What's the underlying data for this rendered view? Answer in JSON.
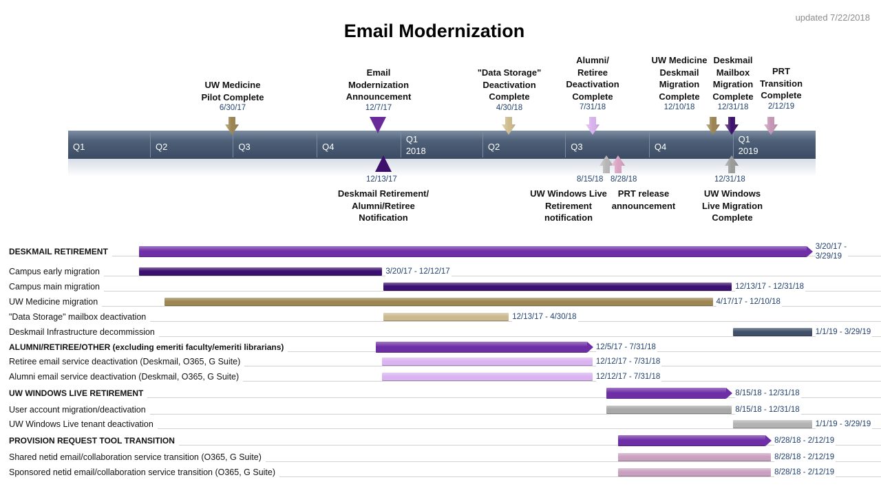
{
  "updated": "updated 7/22/2018",
  "title": "Email Modernization",
  "quarters": [
    {
      "label": "Q1",
      "year": ""
    },
    {
      "label": "Q2",
      "year": ""
    },
    {
      "label": "Q3",
      "year": ""
    },
    {
      "label": "Q4",
      "year": ""
    },
    {
      "label": "Q1",
      "year": "2018"
    },
    {
      "label": "Q2",
      "year": ""
    },
    {
      "label": "Q3",
      "year": ""
    },
    {
      "label": "Q4",
      "year": ""
    },
    {
      "label": "Q1",
      "year": "2019"
    }
  ],
  "milestones_above": [
    {
      "label": "UW Medicine\nPilot Complete",
      "date": "6/30/17",
      "color": "#9b8451"
    },
    {
      "label": "Email\nModernization\nAnnouncement",
      "date": "12/7/17",
      "color": "#6a2a9a"
    },
    {
      "label": "\"Data Storage\"\nDeactivation\nComplete",
      "date": "4/30/18",
      "color": "#cdbb8e"
    },
    {
      "label": "Alumni/\nRetiree\nDeactivation\nComplete",
      "date": "7/31/18",
      "color": "#d7b1ec"
    },
    {
      "label": "UW Medicine\nDeskmail\nMigration\nComplete",
      "date": "12/10/18",
      "color": "#9b8451"
    },
    {
      "label": "Deskmail\nMailbox\nMigration\nComplete",
      "date": "12/31/18",
      "color": "#3b0f6a"
    },
    {
      "label": "PRT\nTransition\nComplete",
      "date": "2/12/19",
      "color": "#c596b4"
    }
  ],
  "milestones_below": [
    {
      "label": "Deskmail Retirement/\nAlumni/Retiree\nNotification",
      "date": "12/13/17",
      "color": "#3b0f6a"
    },
    {
      "label": "UW Windows Live\nRetirement\nnotification",
      "date": "8/15/18",
      "color": "#b5b5b5"
    },
    {
      "label": "PRT release\nannouncement",
      "date": "8/28/18",
      "color": "#d9a2c2"
    },
    {
      "label": "UW Windows\nLive Migration\nComplete",
      "date": "12/31/18",
      "color": "#9a9a9a"
    }
  ],
  "tasks": [
    {
      "name": "DESKMAIL RETIREMENT",
      "section": true,
      "dates": "3/20/17 -\n3/29/19",
      "color": "#6e2fa6",
      "arrow": true
    },
    {
      "name": "Campus early migration",
      "section": false,
      "dates": "3/20/17 - 12/12/17",
      "color": "#3b1070",
      "arrow": false
    },
    {
      "name": "Campus main migration",
      "section": false,
      "dates": "12/13/17 - 12/31/18",
      "color": "#3b1070",
      "arrow": false
    },
    {
      "name": "UW Medicine migration",
      "section": false,
      "dates": "4/17/17 - 12/10/18",
      "color": "#9d8652",
      "arrow": false
    },
    {
      "name": "\"Data Storage\" mailbox deactivation",
      "section": false,
      "dates": "12/13/17 - 4/30/18",
      "color": "#cbb98f",
      "arrow": false
    },
    {
      "name": "Deskmail Infrastructure decommission",
      "section": false,
      "dates": "1/1/19 - 3/29/19",
      "color": "#3f5068",
      "arrow": false
    },
    {
      "name": "ALUMNI/RETIREE/OTHER (excluding emeriti faculty/emeriti librarians)",
      "section": true,
      "dates": "12/5/17 - 7/31/18",
      "color": "#6e2fa6",
      "arrow": true
    },
    {
      "name": "Retiree email service deactivation (Deskmail, O365, G Suite)",
      "section": false,
      "dates": "12/12/17 - 7/31/18",
      "color": "#d9b4f0",
      "arrow": false
    },
    {
      "name": "Alumni email service deactivation (Deskmail, O365, G Suite)",
      "section": false,
      "dates": "12/12/17 - 7/31/18",
      "color": "#d9b4f0",
      "arrow": false
    },
    {
      "name": "UW WINDOWS LIVE RETIREMENT",
      "section": true,
      "dates": "8/15/18 - 12/31/18",
      "color": "#6e2fa6",
      "arrow": true
    },
    {
      "name": "User account migration/deactivation",
      "section": false,
      "dates": "8/15/18 - 12/31/18",
      "color": "#a8a8a8",
      "arrow": false
    },
    {
      "name": "UW Windows Live tenant deactivation",
      "section": false,
      "dates": "1/1/19 - 3/29/19",
      "color": "#b3b3b3",
      "arrow": false
    },
    {
      "name": "PROVISION REQUEST TOOL TRANSITION",
      "section": true,
      "dates": "8/28/18 - 2/12/19",
      "color": "#6e2fa6",
      "arrow": true
    },
    {
      "name": "Shared netid email/collaboration service transition (O365, G Suite)",
      "section": false,
      "dates": "8/28/18 - 2/12/19",
      "color": "#c9a0bf",
      "arrow": false
    },
    {
      "name": "Sponsored netid email/collaboration service transition (O365, G Suite)",
      "section": false,
      "dates": "8/28/18 - 2/12/19",
      "color": "#c9a0bf",
      "arrow": false
    }
  ]
}
